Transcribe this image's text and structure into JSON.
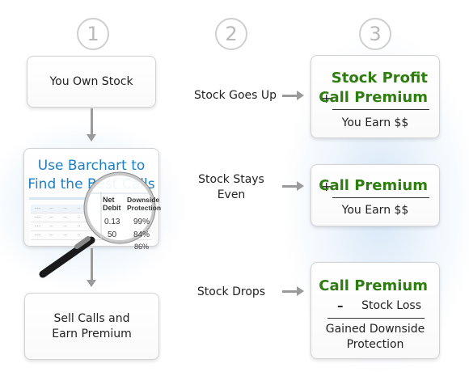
{
  "steps": [
    "1",
    "2",
    "3"
  ],
  "left": {
    "own_stock": "You Own Stock",
    "barchart_title_line1": "Use Barchart to",
    "barchart_title_line2": "Find the Best Calls",
    "sell_calls_line1": "Sell Calls and",
    "sell_calls_line2": "Earn Premium"
  },
  "scenarios": [
    {
      "condition_line1": "Stock Goes Up",
      "result_line1": "Stock Profit",
      "plus_sign": "+",
      "result_line2": "Call Premium",
      "outcome": "You Earn $$"
    },
    {
      "condition_line1": "Stock Stays",
      "condition_line2": "Even",
      "plus_sign": "+",
      "result_line1": "Call Premium",
      "outcome": "You Earn $$"
    },
    {
      "condition_line1": "Stock Drops",
      "result_line1": "Call Premium",
      "minus_sign": "–",
      "result_line2": "Stock Loss",
      "outcome_line1": "Gained Downside",
      "outcome_line2": "Protection"
    }
  ],
  "magnifier": {
    "header_left": "Net Debit",
    "header_right": "Downside Protection",
    "row1_left": "0.13",
    "row1_right": "99%",
    "row2_left": "50",
    "row2_right": "84%",
    "row3_right": "86%"
  },
  "colors": {
    "green": "#2e7d0f",
    "blue_title": "#1d7fc4",
    "arrow_gray": "#9a9a9a"
  }
}
